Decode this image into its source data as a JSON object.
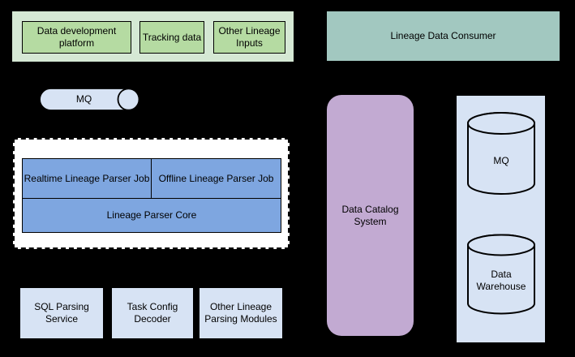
{
  "colors": {
    "background": "#000000",
    "source_container_fill": "#d5e8d4",
    "source_box_fill": "#b5dba2",
    "consumer_fill": "#a2c8c0",
    "queue_fill": "#d7e3f4",
    "parser_container_fill": "#ffffff",
    "parser_box_fill": "#7ea6e0",
    "module_fill": "#d7e3f4",
    "catalog_fill": "#c2aad2",
    "storage_container_fill": "#d7e3f4",
    "stroke": "#000000"
  },
  "sources": {
    "boxes": [
      {
        "label": "Data development platform"
      },
      {
        "label": "Tracking data"
      },
      {
        "label": "Other Lineage Inputs"
      }
    ]
  },
  "consumer": {
    "label": "Lineage Data Consumer"
  },
  "queue": {
    "label": "MQ"
  },
  "parser": {
    "jobs": [
      {
        "label": "Realtime Lineage Parser Job"
      },
      {
        "label": "Offline Lineage Parser Job"
      }
    ],
    "core_label": "Lineage Parser Core"
  },
  "modules": [
    {
      "label": "SQL Parsing Service"
    },
    {
      "label": "Task Config Decoder"
    },
    {
      "label": "Other Lineage Parsing Modules"
    }
  ],
  "catalog": {
    "label": "Data Catalog System"
  },
  "storage": {
    "mq_label": "MQ",
    "warehouse_label": "Data Warehouse"
  }
}
